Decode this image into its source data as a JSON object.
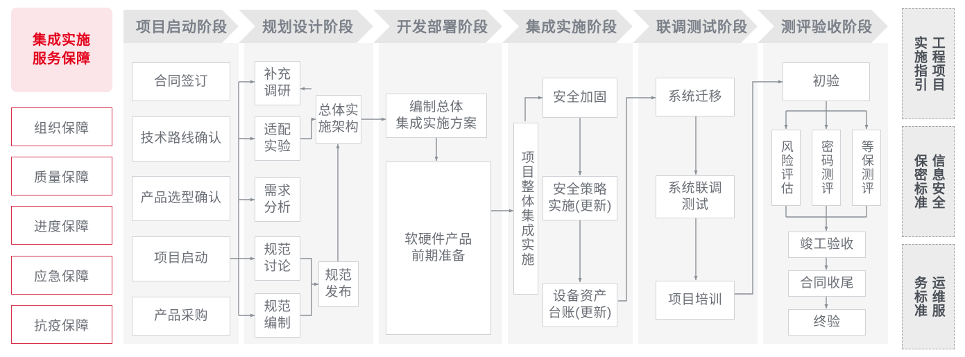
{
  "meta": {
    "title": "集成实施服务保障流程图",
    "colors": {
      "accent_red": "#e3001b",
      "guard_border": "#d6304a",
      "guard_fill": "#fbe5e9",
      "phase_header_bg": "#e6e6e6",
      "phase_body_bg": "#f5f5f5",
      "node_border": "#cfd2d6",
      "text_gray": "#6b6f76",
      "connector": "#8a8f96"
    }
  },
  "guarantee_panel": {
    "title_lines": [
      "集成实施",
      "服务保障"
    ],
    "items": [
      {
        "label": "组织保障"
      },
      {
        "label": "质量保障"
      },
      {
        "label": "进度保障"
      },
      {
        "label": "应急保障"
      },
      {
        "label": "抗疫保障"
      }
    ]
  },
  "phases": [
    {
      "id": "startup",
      "header": "项目启动阶段",
      "nodes": [
        {
          "id": "contract",
          "label": "合同签订"
        },
        {
          "id": "techroute",
          "label": "技术路线确认"
        },
        {
          "id": "product",
          "label": "产品选型确认"
        },
        {
          "id": "kickoff",
          "label": "项目启动"
        },
        {
          "id": "purchase",
          "label": "产品采购"
        }
      ]
    },
    {
      "id": "planning",
      "header": "规划设计阶段",
      "nodes": [
        {
          "id": "survey",
          "label": "补充\n调研"
        },
        {
          "id": "adapt",
          "label": "适配\n实验"
        },
        {
          "id": "demand",
          "label": "需求\n分析"
        },
        {
          "id": "specdisc",
          "label": "规范\n讨论"
        },
        {
          "id": "specmake",
          "label": "规范\n编制"
        },
        {
          "id": "arch",
          "label": "总体实\n施架构"
        },
        {
          "id": "specpub",
          "label": "规范\n发布"
        }
      ]
    },
    {
      "id": "deploy",
      "header": "开发部署阶段",
      "nodes": [
        {
          "id": "plan",
          "label": "编制总体\n集成实施方案"
        },
        {
          "id": "prepare",
          "label": "软硬件产品\n前期准备"
        }
      ]
    },
    {
      "id": "integration",
      "header": "集成实施阶段",
      "nodes": [
        {
          "id": "overall",
          "label": "项目整体集成实施"
        },
        {
          "id": "harden",
          "label": "安全加固"
        },
        {
          "id": "policy",
          "label": "安全策略\n实施(更新)"
        },
        {
          "id": "asset",
          "label": "设备资产\n台账(更新)"
        }
      ]
    },
    {
      "id": "jointtest",
      "header": "联调测试阶段",
      "nodes": [
        {
          "id": "migrate",
          "label": "系统迁移"
        },
        {
          "id": "jointrun",
          "label": "系统联调\n测试"
        },
        {
          "id": "training",
          "label": "项目培训"
        }
      ]
    },
    {
      "id": "acceptance",
      "header": "测评验收阶段",
      "nodes": [
        {
          "id": "initial",
          "label": "初验"
        },
        {
          "id": "risk",
          "label": "风险评估"
        },
        {
          "id": "crypto",
          "label": "密码测评"
        },
        {
          "id": "grade",
          "label": "等保测评"
        },
        {
          "id": "complete",
          "label": "竣工验收"
        },
        {
          "id": "closeout",
          "label": "合同收尾"
        },
        {
          "id": "final",
          "label": "终验"
        }
      ]
    }
  ],
  "standards_rail": [
    {
      "id": "engineering",
      "label": "工程项目实施指引"
    },
    {
      "id": "security",
      "label": "信息安全保密标准"
    },
    {
      "id": "operations",
      "label": "运维服务标准"
    }
  ]
}
